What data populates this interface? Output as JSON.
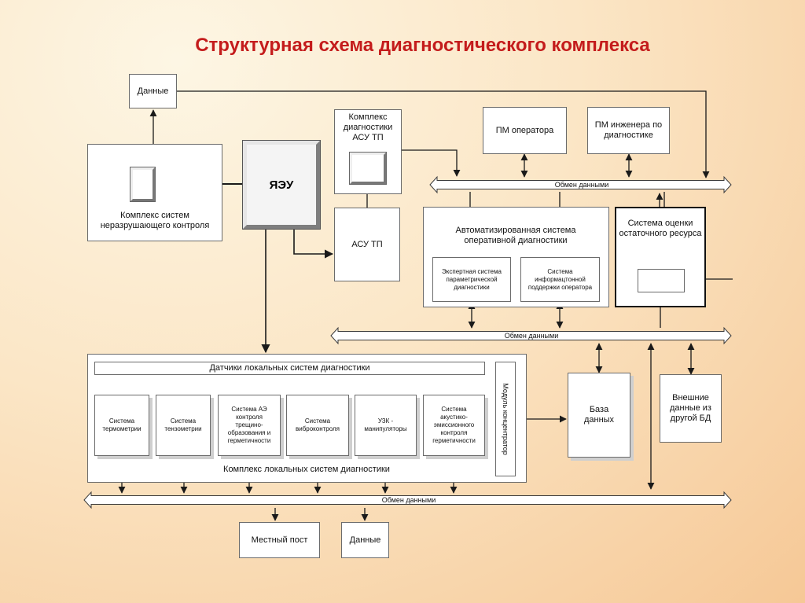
{
  "title": "Структурная схема диагностического комплекса",
  "nodes": {
    "dannye_top": "Данные",
    "nk": "Комплекс систем неразрушающего контроля",
    "yaeu": "ЯЭУ",
    "kd_asutp": "Комплекс диагностики АСУ ТП",
    "asutp": "АСУ ТП",
    "pm_operator": "ПМ оператора",
    "pm_engineer": "ПМ инженера по диагностике",
    "asod": "Автоматизированная система оперативной диагностики",
    "expert": "Экспертная система параметрической диагностики",
    "info": "Система информацтонной поддержки оператора",
    "resource": "Система оценки остаточного ресурса",
    "sensors": "Датчики локальных систем диагностики",
    "local_complex": "Комплекс локальных систем диагностики",
    "thermo": "Система термометрии",
    "tenzo": "Система тензометрии",
    "ae": "Система АЭ контроля трещино-образования и герметичности",
    "vibro": "Система виброконтроля",
    "uzk": "УЗК - манипуляторы",
    "acoustic": "Система акустико-эмиссионного контроля герметичности",
    "concentrator": "Модуль концентратор",
    "db": "База данных",
    "external": "Внешние данные из другой БД",
    "local_post": "Местный пост",
    "dannye_bottom": "Данные"
  },
  "buses": {
    "bus1": "Обмен данными",
    "bus2": "Обмен данными",
    "bus3": "Обмен данными"
  },
  "colors": {
    "title": "#c41c1c",
    "background_light": "#fdf6e4",
    "background_dark": "#f6c896",
    "line": "#1a1a1a"
  }
}
